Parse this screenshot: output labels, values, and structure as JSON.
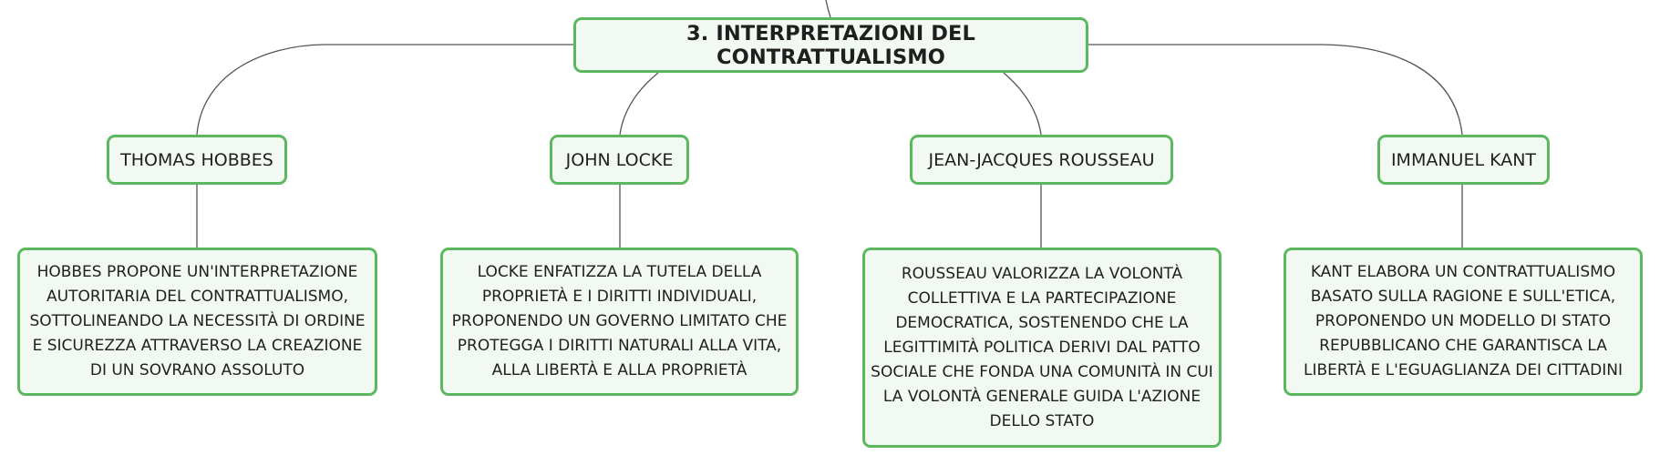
{
  "colors": {
    "node_border": "#5cb85f",
    "node_fill": "#f2f9f2",
    "connector": "#555555",
    "text": "#1f1f1f"
  },
  "root": {
    "title": "3. INTERPRETAZIONI DEL CONTRATTUALISMO"
  },
  "thinkers": [
    {
      "name": "THOMAS HOBBES",
      "description": "HOBBES PROPONE UN'INTERPRETAZIONE AUTORITARIA DEL CONTRATTUALISMO, SOTTOLINEANDO LA NECESSITÀ DI ORDINE E SICUREZZA ATTRAVERSO LA CREAZIONE DI UN SOVRANO ASSOLUTO"
    },
    {
      "name": "JOHN LOCKE",
      "description": "LOCKE ENFATIZZA LA TUTELA DELLA PROPRIETÀ E I DIRITTI INDIVIDUALI, PROPONENDO UN GOVERNO LIMITATO CHE PROTEGGA I DIRITTI NATURALI ALLA VITA, ALLA LIBERTÀ E ALLA PROPRIETÀ"
    },
    {
      "name": "JEAN-JACQUES ROUSSEAU",
      "description": "ROUSSEAU VALORIZZA LA VOLONTÀ COLLETTIVA E LA PARTECIPAZIONE DEMOCRATICA, SOSTENENDO CHE LA LEGITTIMITÀ POLITICA DERIVI DAL PATTO SOCIALE CHE FONDA UNA COMUNITÀ IN CUI LA VOLONTÀ GENERALE GUIDA L'AZIONE DELLO STATO"
    },
    {
      "name": "IMMANUEL KANT",
      "description": "KANT ELABORA UN CONTRATTUALISMO BASATO SULLA RAGIONE E SULL'ETICA, PROPONENDO UN MODELLO DI STATO REPUBBLICANO CHE GARANTISCA LA LIBERTÀ E L'EGUAGLIANZA DEI CITTADINI"
    }
  ]
}
